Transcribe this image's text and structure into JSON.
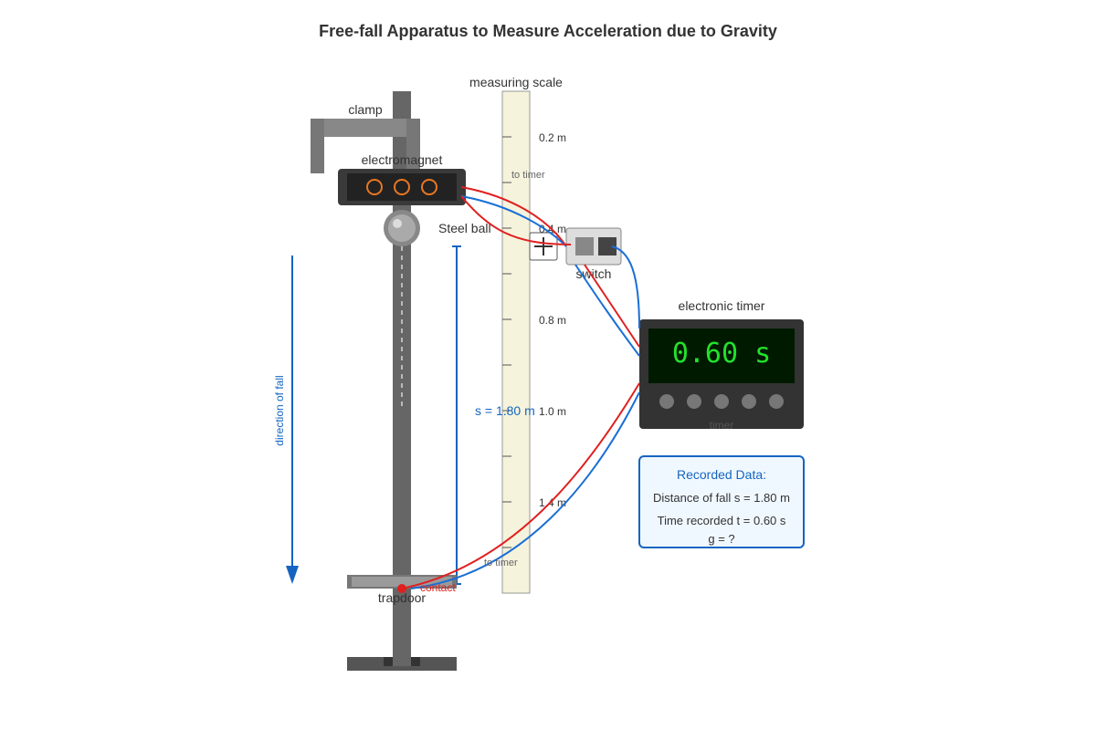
{
  "title": "Free-fall Apparatus to Measure Acceleration due to Gravity",
  "labels": {
    "clamp": "clamp",
    "electromagnet": "electromagnet",
    "measuring_scale": "measuring scale",
    "steel_ball": "Steel ball",
    "switch": "switch",
    "electronic_timer": "electronic timer",
    "timer_caption": "timer",
    "trapdoor": "trapdoor",
    "contact": "contact",
    "to_timer_top": "to timer",
    "to_timer_bottom": "to timer",
    "direction_of_fall": "direction of fall",
    "distance": "s = 1.80 m"
  },
  "scale_ticks": [
    "0.2 m",
    "0.4 m",
    "0.8 m",
    "1.0 m",
    "1.4 m"
  ],
  "timer": {
    "reading": "0.60 s",
    "display_color": "#22e22a"
  },
  "recorded_data": {
    "heading": "Recorded Data:",
    "distance_line": "Distance of fall s = 1.80 m",
    "time_line": "Time recorded t = 0.60 s",
    "g_line": "g = ?"
  },
  "colors": {
    "wire_red": "#e02020",
    "wire_blue": "#1a6fd6",
    "accent_blue": "#1565c0",
    "coil_orange": "#e87722",
    "scale_fill": "#f5f3dc"
  }
}
